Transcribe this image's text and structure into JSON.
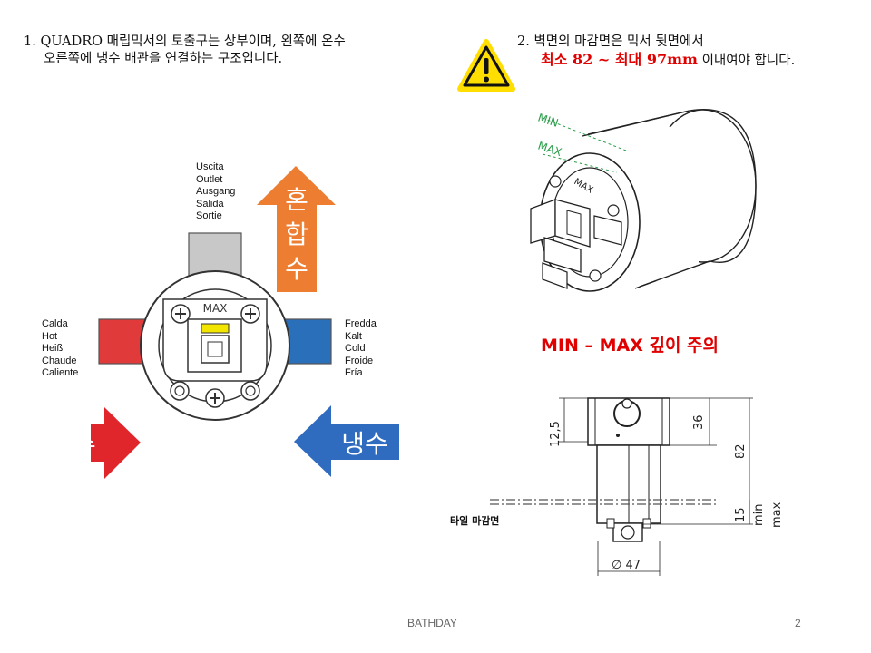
{
  "note1": {
    "line1": "1. QUADRO 매립믹서의 토출구는 상부이며, 왼쪽에 온수",
    "line2": "오른쪽에 냉수 배관을 연결하는 구조입니다."
  },
  "note2": {
    "line1": "2. 벽면의 마감면은 믹서 뒷면에서",
    "range": "최소 82 ~ 최대 97mm",
    "tail": " 이내여야 합니다."
  },
  "outlet_labels": [
    "Uscita",
    "Outlet",
    "Ausgang",
    "Salida",
    "Sortie"
  ],
  "hot_labels": [
    "Calda",
    "Hot",
    "Heiß",
    "Chaude",
    "Caliente"
  ],
  "cold_labels": [
    "Fredda",
    "Kalt",
    "Cold",
    "Froide",
    "Fría"
  ],
  "arrows": {
    "mixed": [
      "혼",
      "합",
      "수"
    ],
    "hot": "온수",
    "cold": "냉수"
  },
  "valve_max": "MAX",
  "iso": {
    "min": "MIN",
    "max": "MAX",
    "body_max": "MAX"
  },
  "heading": "MIN – MAX 깊이 주의",
  "dims": {
    "d36": "36",
    "d82": "82",
    "d12_5": "12,5",
    "d15": "15",
    "min": "min",
    "max": "max",
    "d47": "∅ 47",
    "tile": "타일 마감면"
  },
  "footer": {
    "brand": "BATHDAY",
    "page": "2"
  },
  "colors": {
    "hot": "#e0262b",
    "cold": "#2f6bbf",
    "mixed": "#ed7d31",
    "hot_pipe": "#e03a3a",
    "cold_pipe": "#2a6fba",
    "warning": "#ffde00",
    "heading": "#e00000"
  }
}
